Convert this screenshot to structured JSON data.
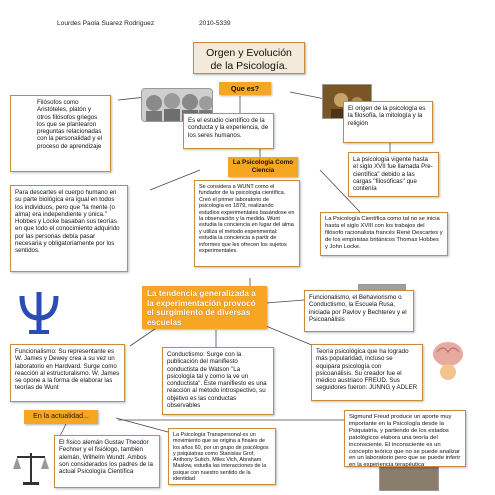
{
  "header": {
    "author": "Lourdes Paola Suarez Rodriguez",
    "code": "2010-5339"
  },
  "title": "Orgen y Evolución de la Psicología.",
  "que_es_label": "Que es?",
  "boxes": {
    "filosofos": "Filósofos como Aristóteles, platón y otros filósofos griegos los que se plantearon preguntas relacionadas con la personalidad y el proceso de aprendizaje",
    "definicion": "Es el estudio científico de la conducta y la experiencia, de los seres humanos.",
    "origen": "El origen de la psicología es la filosofía, la mitología y la religión",
    "vigente": "La psicología vigente hasta el siglo XVII fue llamada Pre-científica\" debido a las cargas \"filosóficas\" que contenía",
    "como_ciencia_label": "La Psicología Como Ciencia",
    "descartes": "Para descartes el cuerpo humano en su parte biológica era igual en todos los individuos, pero que \"la mente (o alma) era independiente y única.\" Hobbes y Locke basaban sus teorías en que todo el conocimiento adquirido por las personas debía pasar necesaria y obligatoriamente por los sentidos.",
    "wunt": "Se considera a WUNT como el fundador de la psicología científica. Creó el primer laboratorio de psicología en 1879, realizando estudios experimentales basándose en la observación y la medida. Wunt estudia la conciencia en lugar del alma y utiliza el método experimental: estudia la conciencia a partir de informes que les ofrecen los sujetos experimentales.",
    "cientifica": "La Psicología Científica como tal no se inicia hasta el siglo XVIII con los trabajos del filósofo racionalista francés René Descartes y de los empiristas británicos Thomas Hobbes y John Locke.",
    "tendencia": "La tendencia generalizada a la experimentación provocó el surgimiento de diversas escuelas",
    "escuelas": "Funcionalismo, el Behaviorismo o Conductismo, la Escuela Rusa, iniciada por Pavlov y Bechterev y el Psicoanálisis",
    "funcionalismo": "Funcionalismo: Su representante es W. James y Dewey crea a su vez un laboratorio en Hardvard. Surge como reacción al estructuralismo. W. James se opone a la forma de elaborar las teorías de Wunt",
    "conductismo": "Conductismo: Surge con la publicación del manifiesto conductista de Watson \"La psicología tal y como la ve un conductista\". Este manifiesto es una reacción al método introspectivo, su objetivo es las conductas observables",
    "psicoanalisis": "Teoría psicológica que ha logrado más popularidad, incluso se equipara psicología con psicoanálisis. Su creador fue el médico austriaco FREUD. Sus seguidores fueron: JUNNG y ADLER",
    "actualidad_label": "En la actualidad...",
    "fechner": "El físico alemán Gustav Theodor Fechner y el fisiólogo, también alemán, Wilhelm Wundt. Ambos son considerados los padres de la actual Psicología Científica",
    "transpersonal": "La Psicología Transpersonal es un movimiento que se origina a finales de los años 60, por un grupo de psicólogos y psiquiatras como Stanislav Grof, Anthony Sutich, Miles Vich, Abraham Maslow, estudia las interacciones de la psique con nuestro sentido de la identidad",
    "freud": "Sigmund Freud produce un aporte muy importante en la Psicología desde la Psiquiatría, y partiendo de los estados patológicos elabora una teoría del inconsciente. El inconsciente es un concepto teórico que no se puede analizar en un laboratorio pero que se puede inferir en la experiencia terapéutica"
  },
  "colors": {
    "accent": "#f5a623",
    "border": "#c98a3a",
    "title_bg": "#f4ead9"
  }
}
